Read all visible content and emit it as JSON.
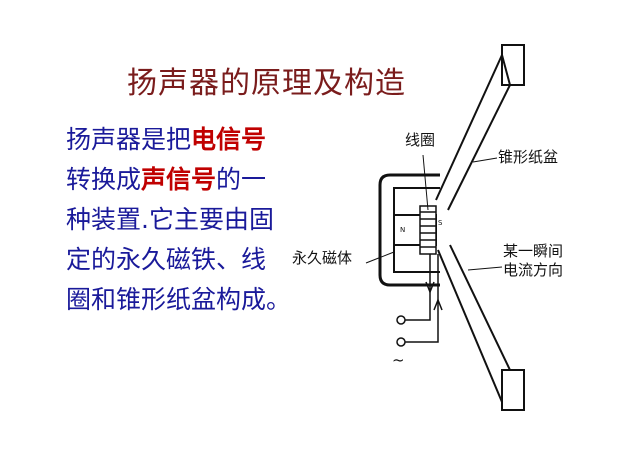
{
  "slide": {
    "title": "扬声器的原理及构造",
    "body": {
      "l1_pre": "扬声器是把",
      "l1_hl": "电信号",
      "l2_pre": "转换成",
      "l2_hl": "声信号",
      "l2_post": "的一",
      "l3": "种装置.它主要由固",
      "l4": "定的永久磁铁、线",
      "l5": "圈和锥形纸盆构成。"
    },
    "colors": {
      "title": "#7a1c1c",
      "body": "#1a1a9a",
      "highlight": "#c00000"
    }
  },
  "diagram": {
    "labels": {
      "coil": "线圈",
      "cone": "锥形纸盆",
      "magnet": "永久磁体",
      "current_line1": "某一瞬间",
      "current_line2": "电流方向",
      "pole_n": "N",
      "pole_s": "S",
      "ac_symbol": "~"
    }
  }
}
